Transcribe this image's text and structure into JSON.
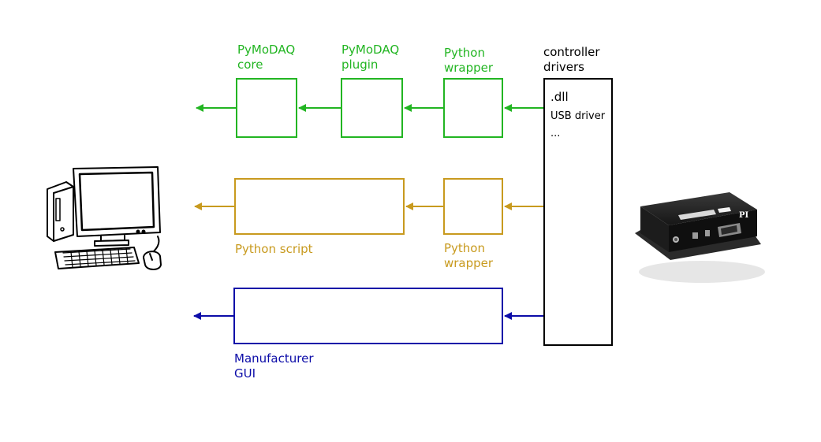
{
  "colors": {
    "pymodaq": "#22b522",
    "script": "#c89a1e",
    "gui": "#0c0ca8",
    "driver": "#000000"
  },
  "labels": {
    "pymodaq_core": "PyMoDAQ\ncore",
    "pymodaq_plugin": "PyMoDAQ\nplugin",
    "python_wrapper_top": "Python\nwrapper",
    "controller_drivers": "controller\ndrivers",
    "python_script": "Python script",
    "python_wrapper_mid": "Python\nwrapper",
    "manufacturer_gui": "Manufacturer\nGUI"
  },
  "driver_box": {
    "items": [
      ".dll",
      "USB driver",
      "..."
    ]
  },
  "device": {
    "brand": "PI"
  }
}
